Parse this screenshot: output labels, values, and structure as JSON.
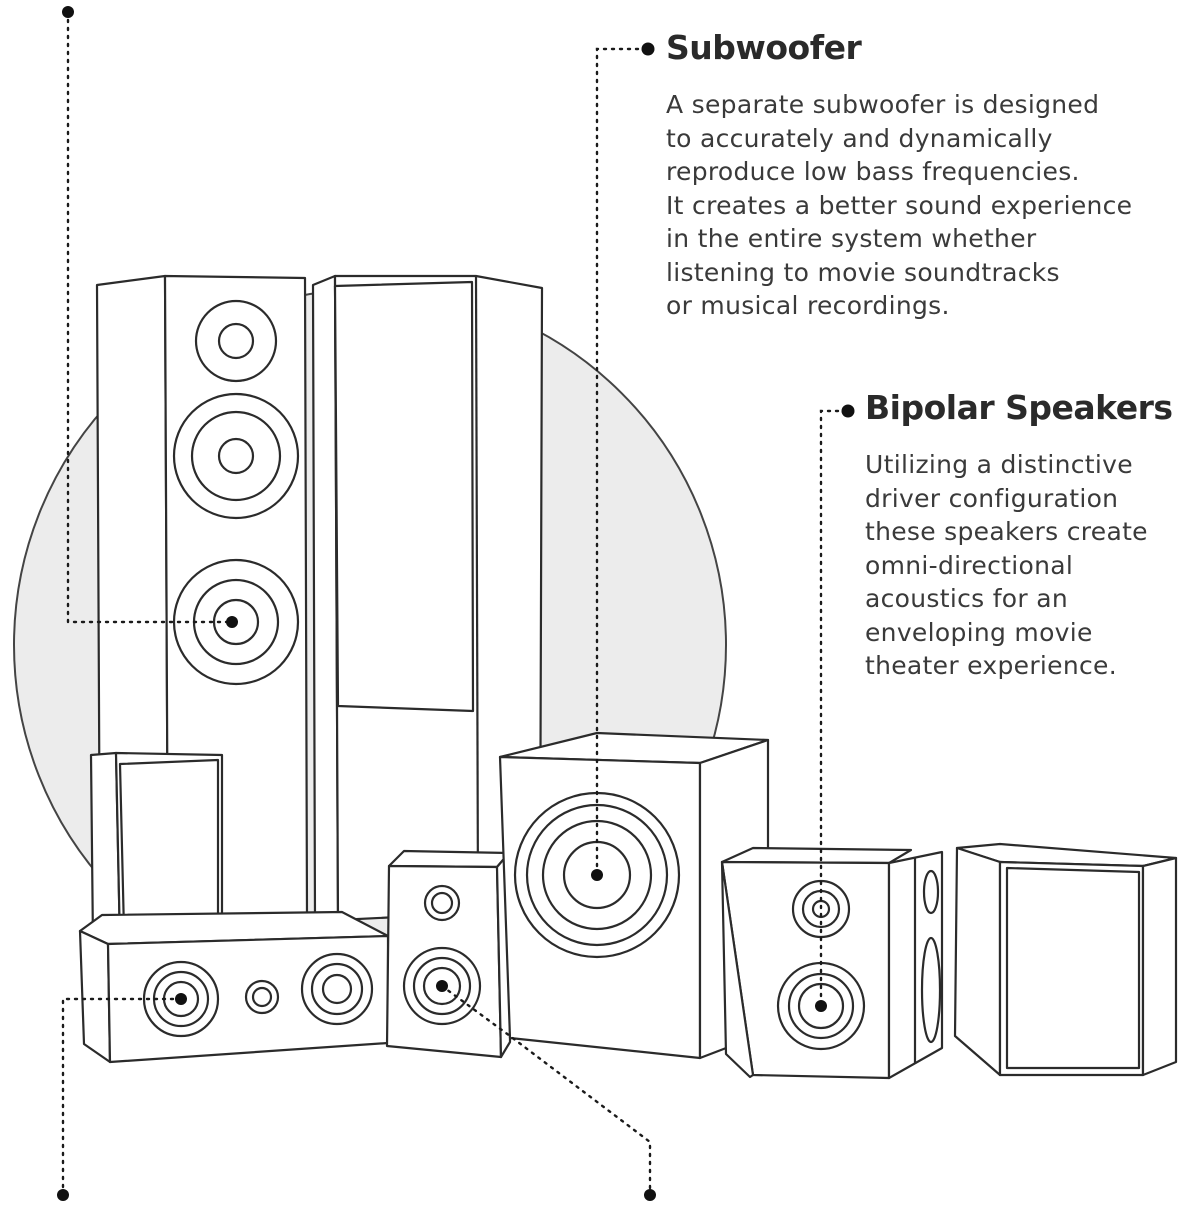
{
  "subwoofer": {
    "title": "Subwoofer",
    "lines": [
      "A separate subwoofer is designed",
      "to accurately and dynamically",
      "reproduce low bass frequencies.",
      "It creates a better sound experience",
      "in the entire system whether",
      "listening to movie soundtracks",
      "or musical recordings."
    ]
  },
  "bipolar": {
    "title": "Bipolar Speakers",
    "lines": [
      "Utilizing a distinctive",
      "driver configuration",
      "these speakers create",
      "omni-directional",
      "acoustics for an",
      "enveloping movie",
      "theater experience."
    ]
  },
  "colors": {
    "background_circle": "#ececec",
    "outline": "#2b2b2b",
    "leader": "#1a1a1a"
  }
}
